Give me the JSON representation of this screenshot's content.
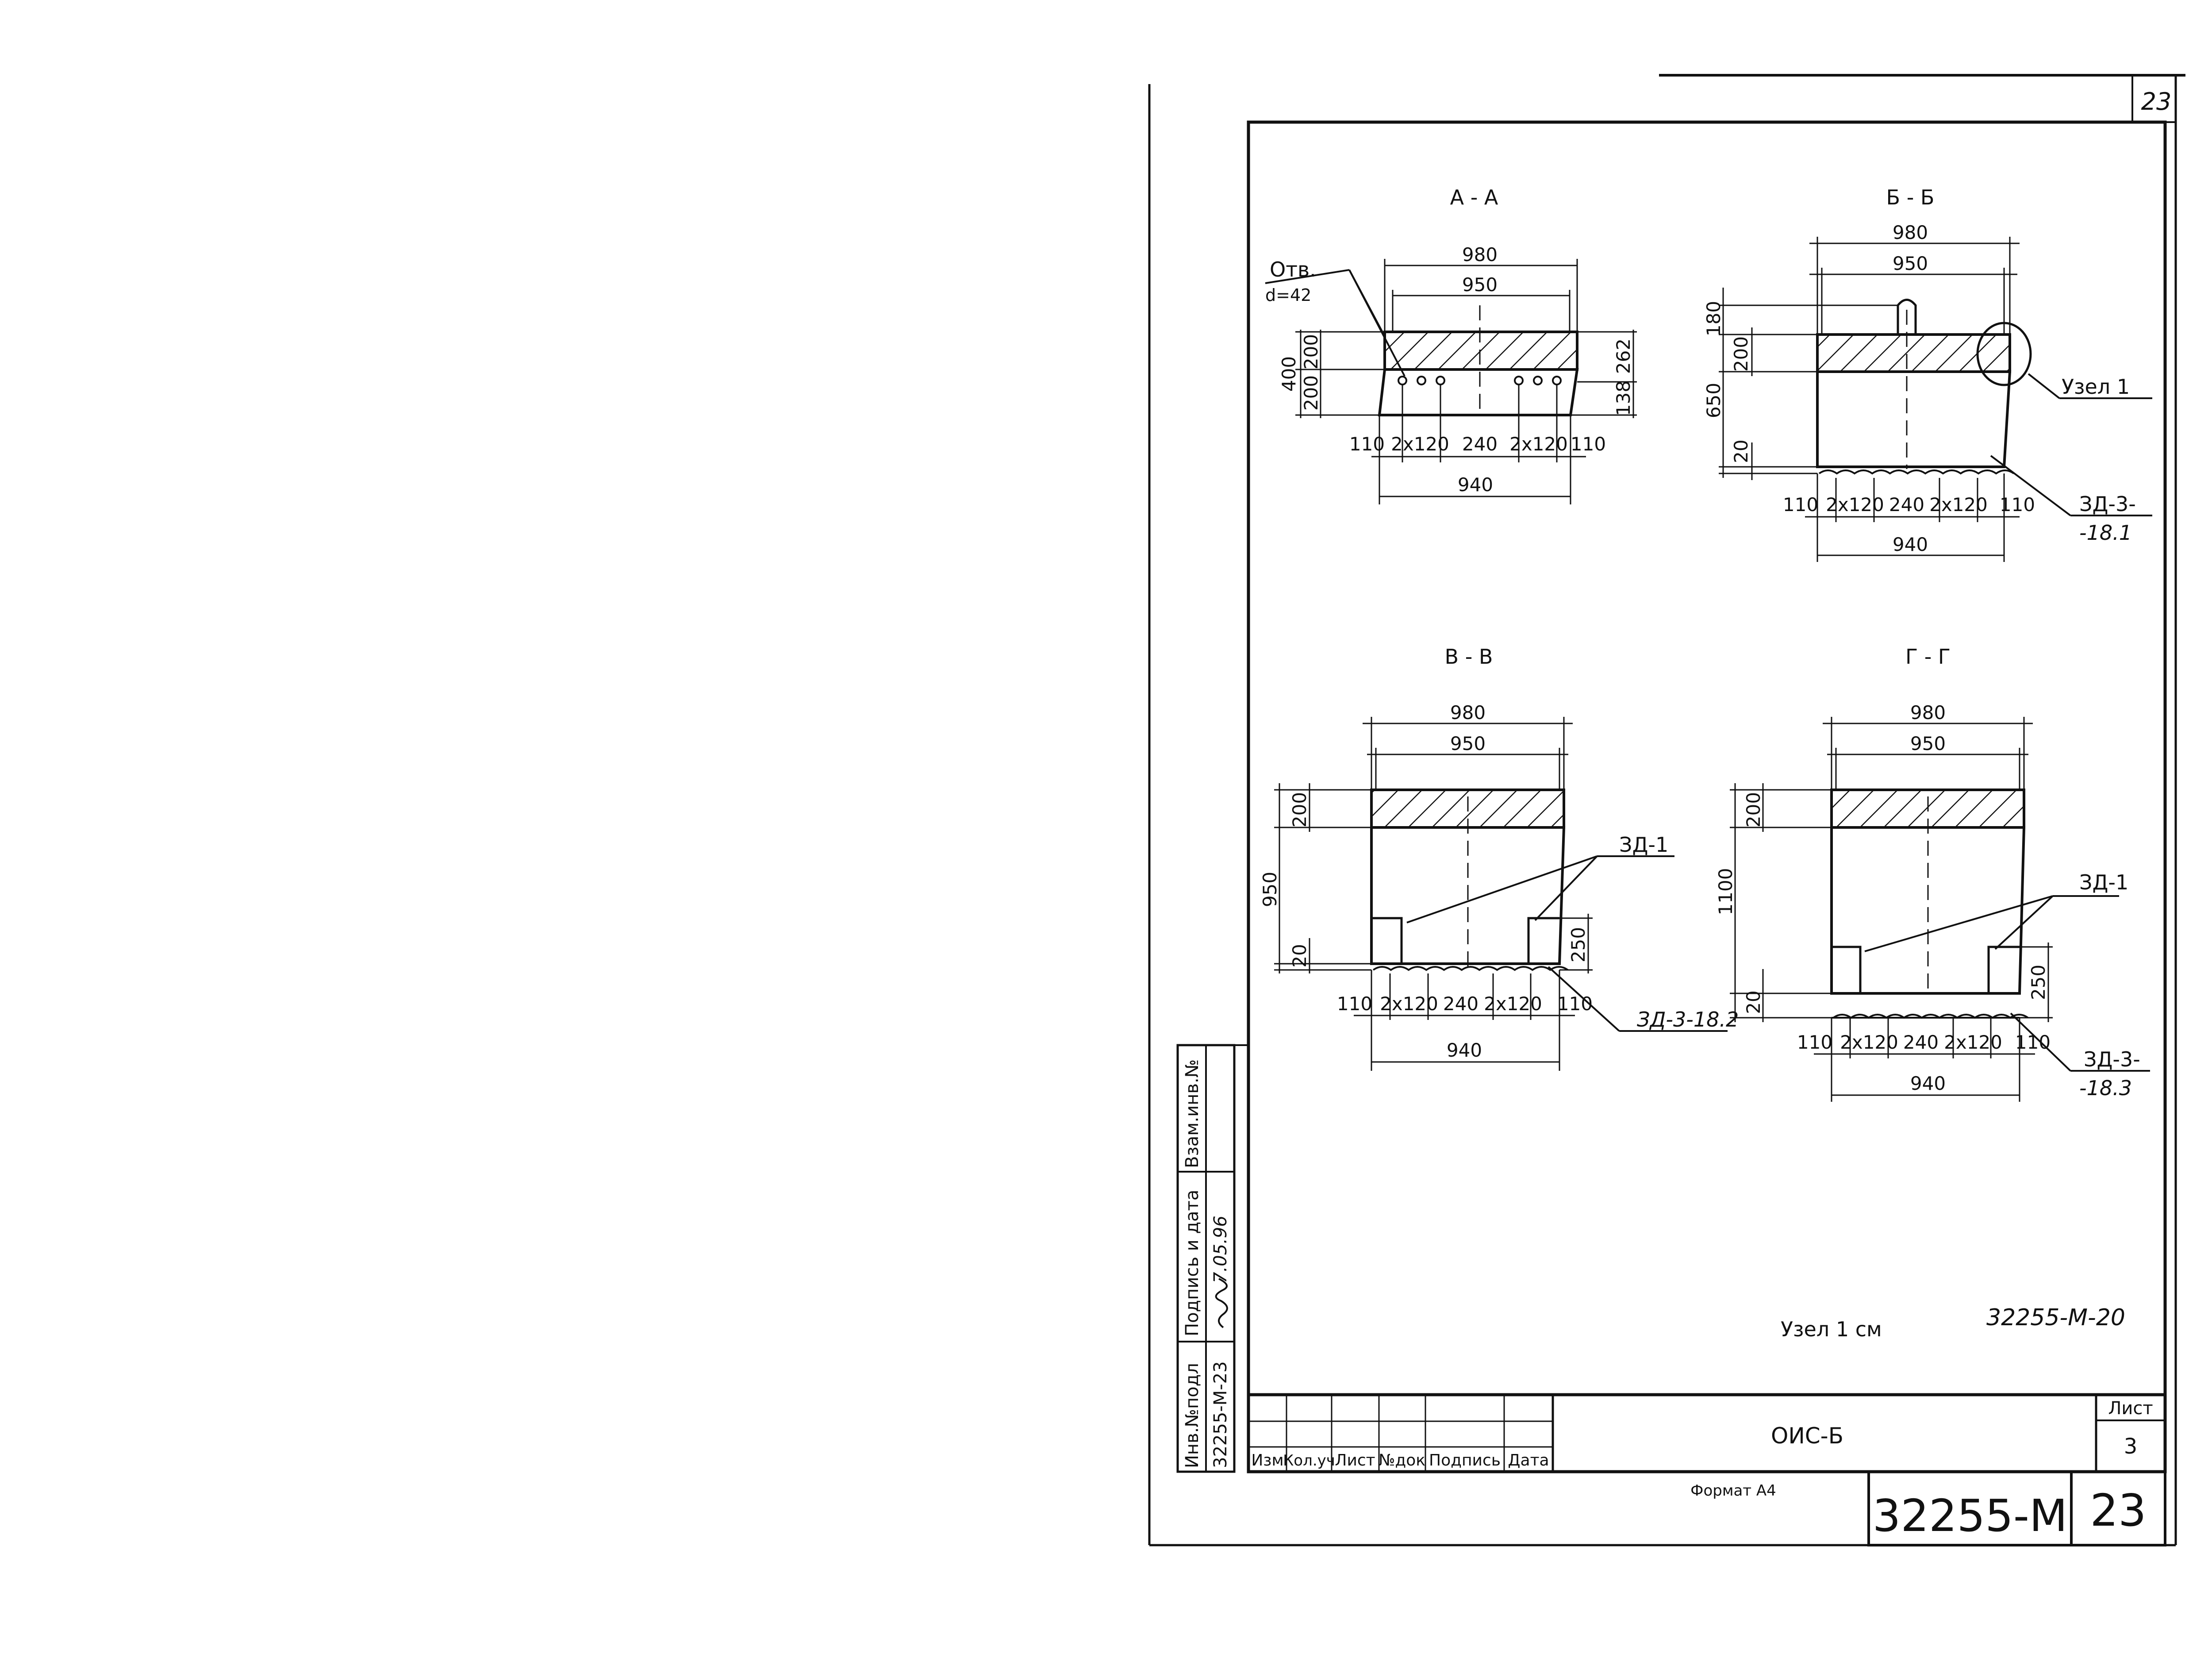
{
  "page_number_top": "23",
  "sections": {
    "aa": {
      "title": "А - А",
      "dims": {
        "top_outer": "980",
        "top_inner": "950",
        "bottom": "940",
        "h_total": "400",
        "h_top": "200",
        "h_bot": "200",
        "r_top": "262",
        "r_bot": "138",
        "b1": "110",
        "b2": "2x120",
        "b3": "240",
        "b4": "2x120",
        "b5": "110"
      },
      "note_holes_1": "Отв.",
      "note_holes_2": "d=42"
    },
    "bb": {
      "title": "Б - Б",
      "dims": {
        "top_outer": "980",
        "top_inner": "950",
        "bottom": "940",
        "h_lug": "180",
        "h_top": "200",
        "h_total": "650",
        "h_base": "20",
        "b1": "110",
        "b2": "2x120",
        "b3": "240",
        "b4": "2x120",
        "b5": "110"
      },
      "callout_node": "Узел 1",
      "callout_part_1": "ЗД-3-",
      "callout_part_2": "-18.1"
    },
    "vv": {
      "title": "В - В",
      "dims": {
        "top_outer": "980",
        "top_inner": "950",
        "bottom": "940",
        "h_top": "200",
        "h_total": "950",
        "h_base": "20",
        "h_lug": "250",
        "b1": "110",
        "b2": "2x120",
        "b3": "240",
        "b4": "2x120",
        "b5": "110"
      },
      "callout_zd1": "ЗД-1",
      "callout_part": "ЗД-3-18.2"
    },
    "gg": {
      "title": "Г - Г",
      "dims": {
        "top_outer": "980",
        "top_inner": "950",
        "bottom": "940",
        "h_top": "200",
        "h_total": "1100",
        "h_base": "20",
        "h_lug": "250",
        "b1": "110",
        "b2": "2x120",
        "b3": "240",
        "b4": "2x120",
        "b5": "110"
      },
      "callout_zd1": "ЗД-1",
      "callout_part_1": "ЗД-3-",
      "callout_part_2": "-18.3"
    }
  },
  "note_node_ref": "Узел 1 см",
  "note_doc_ref": "32255-М-20",
  "side_stamp": {
    "vzam_inv": "Взам.инв.№",
    "podpis_data": "Подпись и дата",
    "signature": "Подпись",
    "date_handwritten": "7.05.96",
    "inv_podl": "Инв.№подл",
    "inv_number": "32255-М-23"
  },
  "title_block": {
    "headers": [
      "Изм",
      "Кол.уч",
      "Лист",
      "№док",
      "Подпись",
      "Дата"
    ],
    "name": "ОИС-Б",
    "sheet_label": "Лист",
    "sheet_number": "3",
    "format_label": "Формат А4",
    "doc_code": "32255-М",
    "doc_page": "23"
  }
}
